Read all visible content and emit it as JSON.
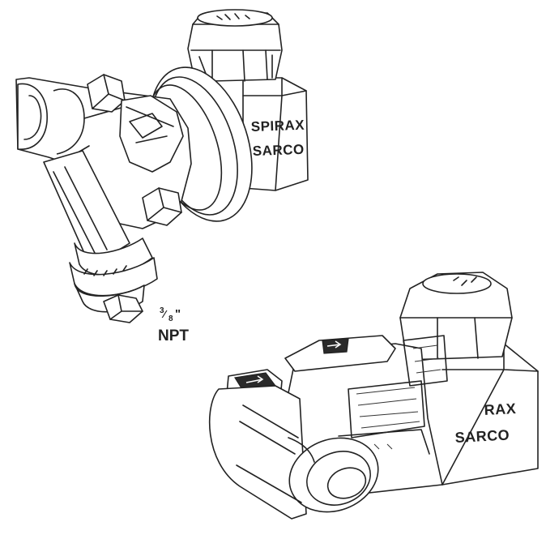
{
  "top_unit": {
    "brand_line1": "SPIRAX",
    "brand_line2": "SARCO"
  },
  "connection": {
    "size_numerator": "3",
    "size_denominator": "8",
    "size_mark": "\"",
    "thread": "NPT"
  },
  "bottom_unit": {
    "brand_line1": "RAX",
    "brand_line2": "SARCO"
  },
  "colors": {
    "line": "#222222",
    "background": "#ffffff"
  }
}
